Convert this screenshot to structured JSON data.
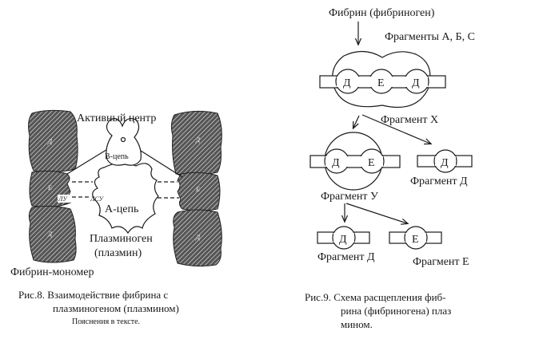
{
  "figure8": {
    "active_center": "Активный центр",
    "b_chain": "В-цепь",
    "a_chain": "А-цепь",
    "lu": "ЛУ",
    "lsu": "ЛСУ",
    "domain_d": "Д",
    "domain_e": "Е",
    "plasminogen": "Плазминоген",
    "plasmin": "(плазмин)",
    "fibrin_monomer": "Фибрин-мономер",
    "caption_line1": "Рис.8. Взаимодействие фибрина с",
    "caption_line2": "плазминогеном (плазмином)",
    "caption_note": "Пояснения в тексте."
  },
  "figure9": {
    "source": "Фибрин (фибриноген)",
    "fragments_abc": "Фрагменты А, Б, С",
    "d": "Д",
    "e": "Е",
    "fragment_x": "Фрагмент Х",
    "fragment_y": "Фрагмент У",
    "fragment_d": "Фрагмент Д",
    "fragment_e": "Фрагмент Е",
    "caption_line1": "Рис.9. Схема расщепления фиб-",
    "caption_line2": "рина (фибриногена) плаз",
    "caption_line3": "мином."
  }
}
